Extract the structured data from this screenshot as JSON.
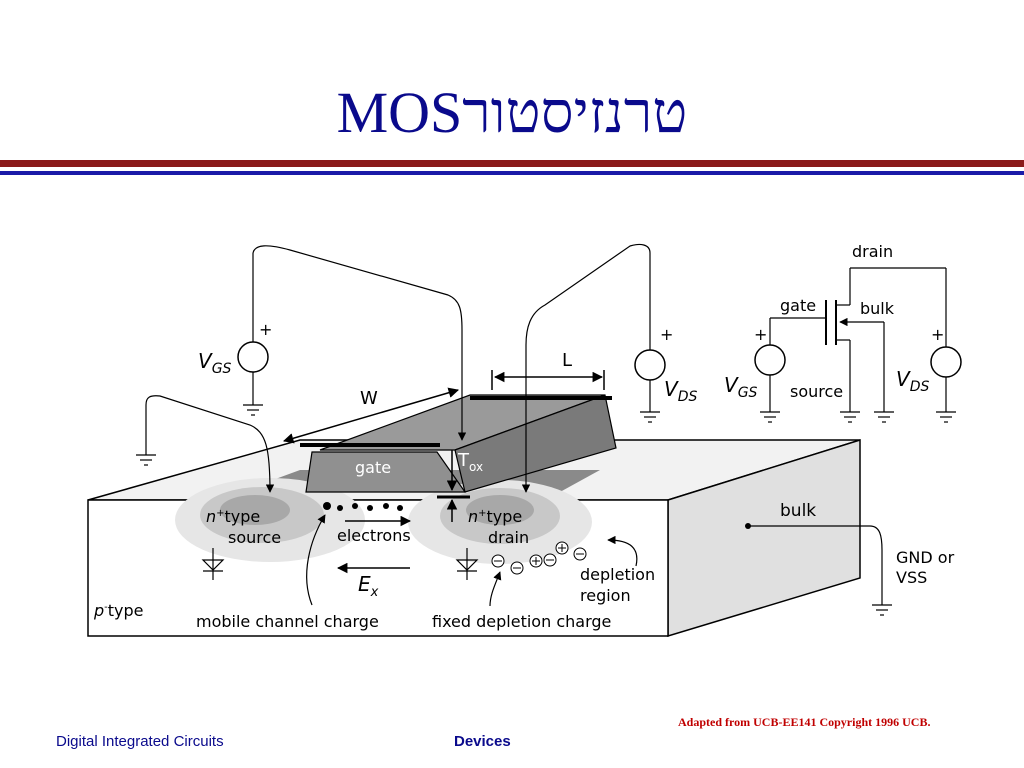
{
  "slide": {
    "title_latin": "MOS",
    "title_hebrew": "טרנזיסטור",
    "colors": {
      "title": "#0a0a8c",
      "rule_top": "#8b1a1a",
      "rule_bottom": "#1a1aa8",
      "credit": "#c00000"
    }
  },
  "diagram": {
    "labels": {
      "vgs": "V",
      "vgs_sub": "GS",
      "vds": "V",
      "vds_sub": "DS",
      "w": "W",
      "l": "L",
      "gate": "gate",
      "tox": "T",
      "tox_sub": "ox",
      "n_source_1": "n",
      "n_source_2": "+",
      "n_source_3": "type",
      "source": "source",
      "n_drain_1": "n",
      "n_drain_2": "+",
      "n_drain_3": "type",
      "drain": "drain",
      "electrons": "electrons",
      "ex": "E",
      "ex_sub": "x",
      "p_type_1": "p",
      "p_type_2": "-",
      "p_type_3": "type",
      "mobile_charge": "mobile channel charge",
      "fixed_charge": "fixed depletion charge",
      "depletion_1": "depletion",
      "depletion_2": "region",
      "bulk": "bulk",
      "gnd_1": "GND or",
      "gnd_2": "VSS",
      "plus": "+"
    },
    "schematic": {
      "drain": "drain",
      "gate": "gate",
      "bulk": "bulk",
      "source": "source",
      "vgs": "V",
      "vgs_sub": "GS",
      "vds": "V",
      "vds_sub": "DS",
      "plus": "+"
    }
  },
  "footer": {
    "left": "Digital Integrated Circuits",
    "center": "Devices",
    "credit": "Adapted from UCB-EE141 Copyright 1996 UCB."
  }
}
